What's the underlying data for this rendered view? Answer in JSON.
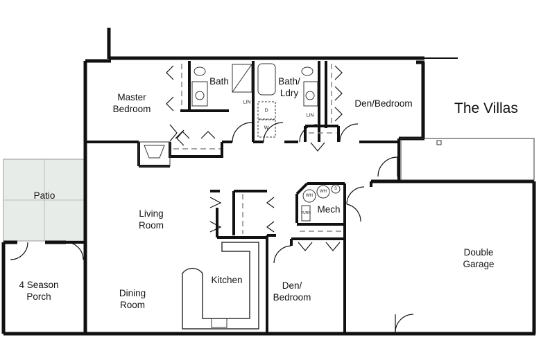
{
  "title": "The Villas",
  "rooms": {
    "master_bedroom": [
      "Master",
      "Bedroom"
    ],
    "bath": "Bath",
    "bath_laundry": [
      "Bath/",
      "Ldry"
    ],
    "den_bedroom_top": "Den/Bedroom",
    "patio": "Patio",
    "living_room": [
      "Living",
      "Room"
    ],
    "mech": "Mech",
    "double_garage": [
      "Double",
      "Garage"
    ],
    "kitchen": "Kitchen",
    "four_season_porch": [
      "4 Season",
      "Porch"
    ],
    "dining_room": [
      "Dining",
      "Room"
    ],
    "den_bedroom_bottom": [
      "Den/",
      "Bedroom"
    ]
  },
  "fixtures": {
    "linen1": "LIN",
    "linen2": "LIN",
    "dryer": "D",
    "washer": "W",
    "water_heater1": "WH",
    "water_heater2": "WH",
    "softener": "S",
    "furnace": "FURN"
  },
  "colors": {
    "wall": "#111111",
    "patio": "#e6ebe6"
  }
}
